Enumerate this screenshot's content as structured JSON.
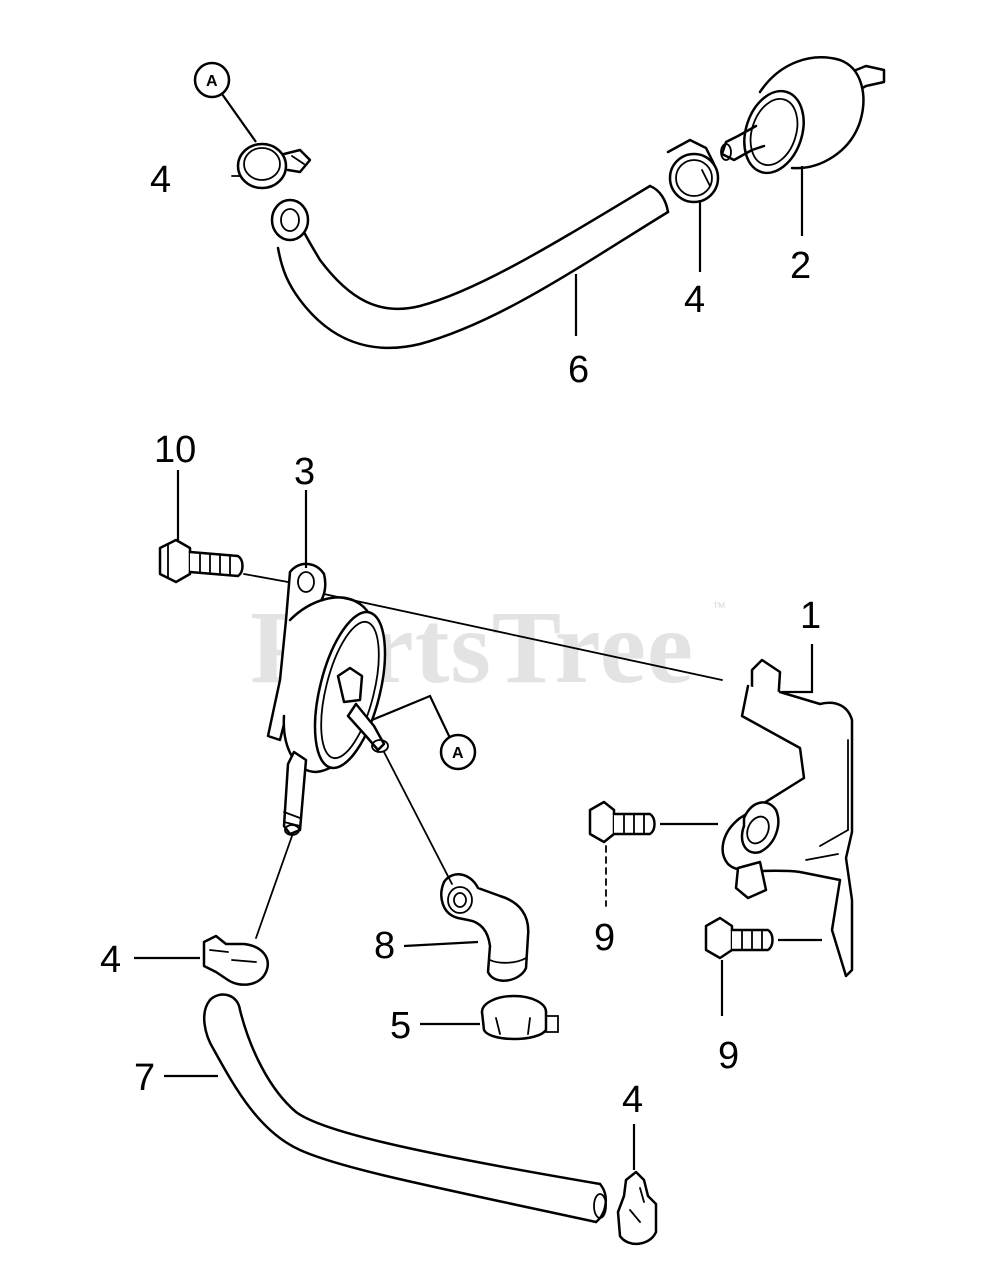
{
  "watermark": {
    "text": "PartsTree",
    "trademark": "™"
  },
  "reference_marker": {
    "letter": "A"
  },
  "callouts": {
    "c1": "1",
    "c2": "2",
    "c3": "3",
    "c4_top_left": "4",
    "c4_top_right": "4",
    "c4_mid_left": "4",
    "c4_bottom_right": "4",
    "c5": "5",
    "c6": "6",
    "c7": "7",
    "c8": "8",
    "c9_upper": "9",
    "c9_lower": "9",
    "c10": "10"
  }
}
